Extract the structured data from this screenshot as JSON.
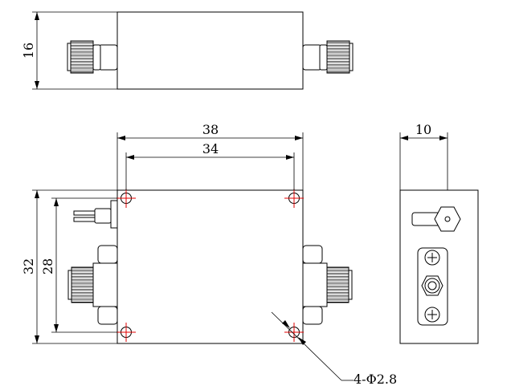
{
  "drawing": {
    "dimensions": {
      "top_view_height": "16",
      "overall_length": "38",
      "hole_spacing_length": "34",
      "overall_width": "32",
      "hole_spacing_width": "28",
      "side_view_depth": "10",
      "holes_callout": "4-Φ2.8"
    },
    "colors": {
      "outline": "#000000",
      "centerline": "#e00000",
      "background": "#ffffff"
    }
  }
}
